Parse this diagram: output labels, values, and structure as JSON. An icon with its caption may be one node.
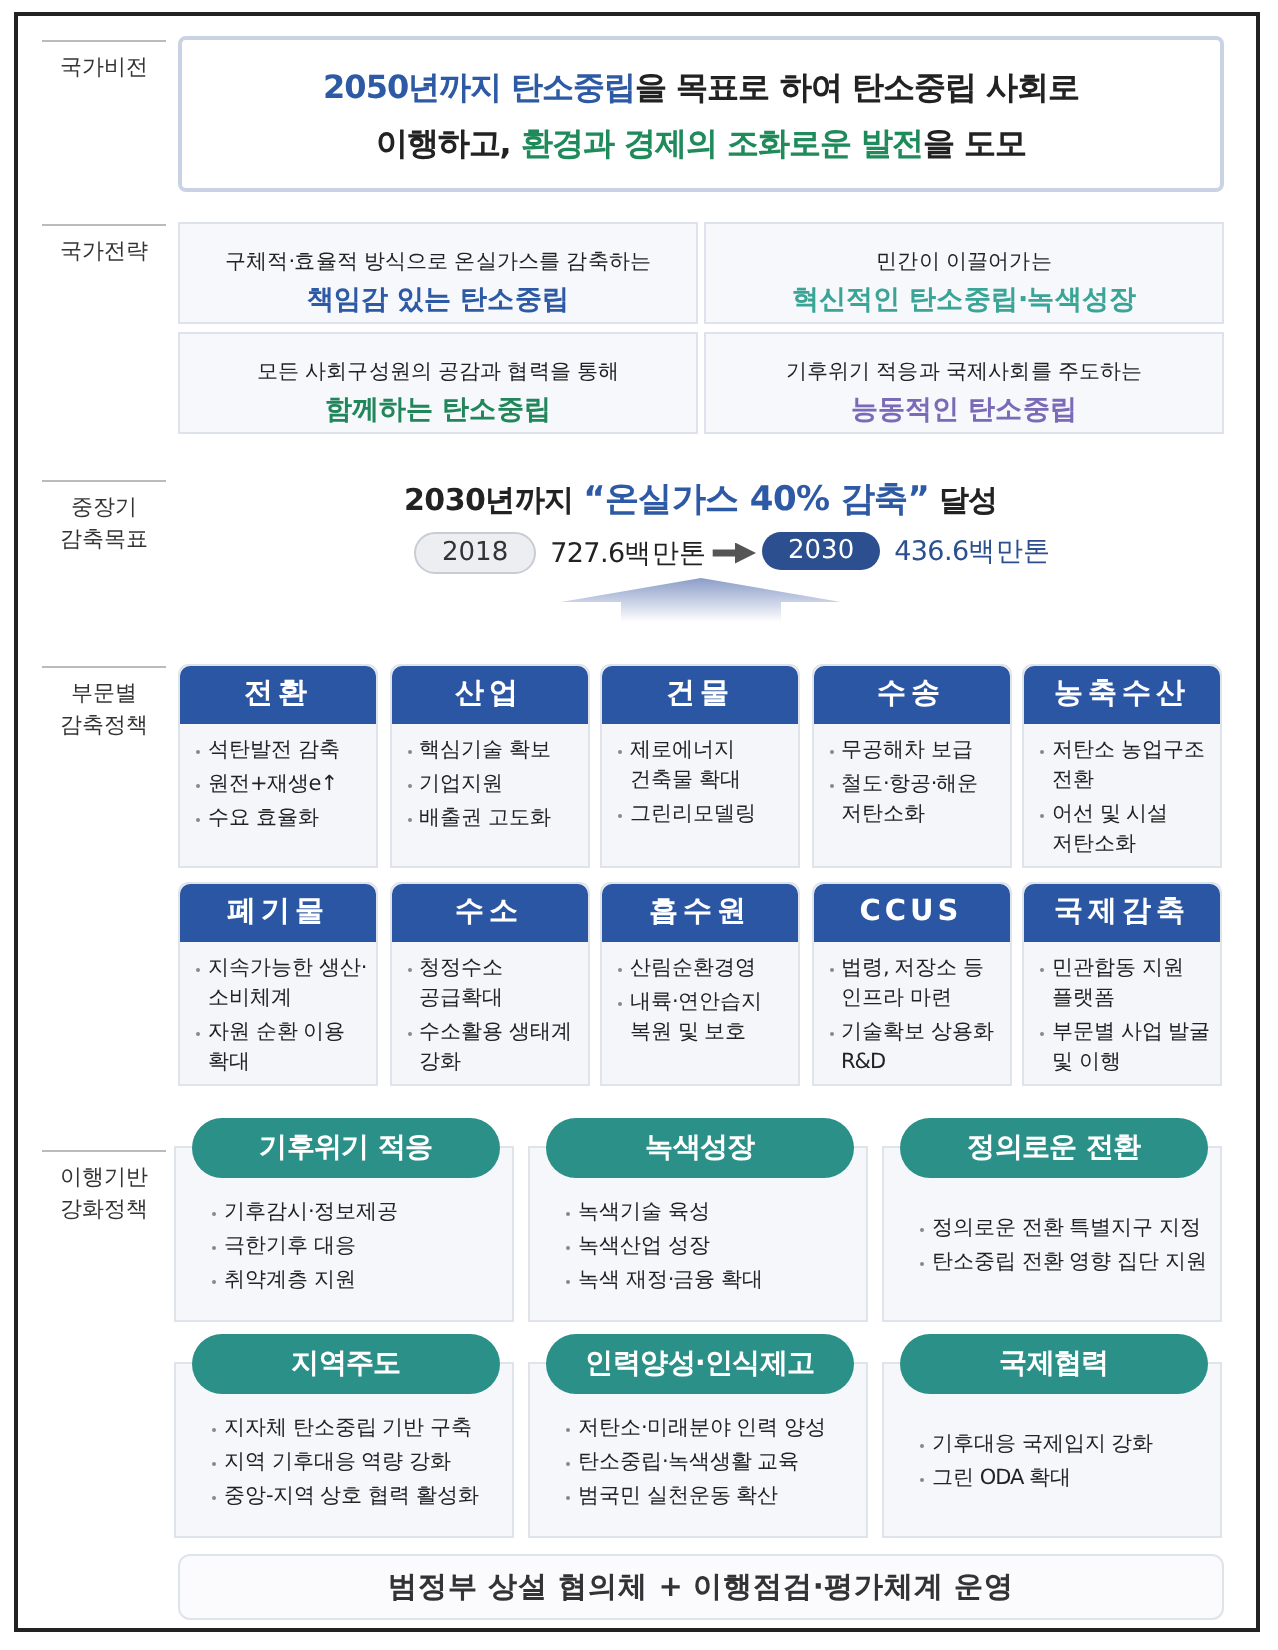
{
  "diagram": {
    "nodes": [
      {
        "text": [
          "**2050년까지 탄소중립**을 목표로 하여 탄소중립 사회로 이행하고, **환경과 경제의 조화로운 발전**을 도모"
        ]
      },
      {
        "text": [
          "구체적·효율적 방식으로 온실가스를 감축하는",
          "책임감 있는 탄소중립"
        ]
      },
      {
        "text": [
          "민간이 이끌어가는",
          "혁신적인 탄소중립·녹색성장"
        ]
      },
      {
        "text": [
          "모든 사회구성원의 공감과 협력을 통해",
          "함께하는 탄소중립"
        ]
      },
      {
        "text": [
          "기후위기 적응과 국제사회를 주도하는",
          "능동적인 탄소중립"
        ]
      },
      {
        "text": [
          "2030년까지 **“온실가스 40% 감축”** 달성"
        ]
      },
      {
        "text": [
          "2018"
        ],
        "beside": [
          "727.6백만톤"
        ],
        "in": 5
      },
      {
        "text": [
          "2030"
        ],
        "beside": [
          "436.6백만톤"
        ],
        "in": 5
      },
      {
        "text": [
          "전환",
          "석탄발전 감축",
          "원전+재생e↑",
          "수요 효율화"
        ]
      },
      {
        "text": [
          "산업",
          "핵심기술 확보",
          "기업지원",
          "배출권 고도화"
        ]
      },
      {
        "text": [
          "건물",
          "제로에너지 건축물 확대",
          "그린리모델링"
        ]
      },
      {
        "text": [
          "수송",
          "무공해차 보급",
          "철도·항공·해운 저탄소화"
        ]
      },
      {
        "text": [
          "농축수산",
          "저탄소 농업구조 전환",
          "어선 및 시설 저탄소화"
        ]
      },
      {
        "text": [
          "폐기물",
          "지속가능한 생산·소비체계",
          "자원 순환 이용 확대"
        ]
      },
      {
        "text": [
          "수소",
          "청정수소 공급확대",
          "수소활용 생태계 강화"
        ]
      },
      {
        "text": [
          "흡수원",
          "산림순환경영",
          "내륙·연안습지 복원 및 보호"
        ]
      },
      {
        "text": [
          "CCUS",
          "법령, 저장소 등 인프라 마련",
          "기술확보 상용화 R&D"
        ]
      },
      {
        "text": [
          "국제감축",
          "민관합동 지원 플랫폼",
          "부문별 사업 발굴 및 이행"
        ]
      },
      {
        "text": [
          "기후위기 적응",
          "기후감시·정보제공",
          "극한기후 대응",
          "취약계층 지원"
        ]
      },
      {
        "text": [
          "녹색성장",
          "녹색기술 육성",
          "녹색산업 성장",
          "녹색 재정·금융 확대"
        ]
      },
      {
        "text": [
          "정의로운 전환",
          "정의로운 전환 특별지구 지정",
          "탄소중립 전환 영향 집단 지원"
        ]
      },
      {
        "text": [
          "지역주도",
          "지자체 탄소중립 기반 구축",
          "지역 기후대응 역량 강화",
          "중앙-지역 상호 협력 활성화"
        ]
      },
      {
        "text": [
          "인력양성·인식제고",
          "저탄소·미래분야 인력 양성",
          "탄소중립·녹색생활 교육",
          "범국민 실천운동 확산"
        ]
      },
      {
        "text": [
          "국제협력",
          "기후대응 국제입지 강화",
          "그린 ODA 확대"
        ]
      },
      {
        "text": [
          "범정부 상설 협의체 + 이행점검·평가체계 운영"
        ]
      }
    ],
    "edges": [
      {
        "from": null,
        "to": 5,
        "arrow": "to"
      },
      {
        "from": 6,
        "to": 7,
        "arrow": "to"
      }
    ],
    "labels": [
      "국가비전",
      "국가전략",
      "중장기 감축목표",
      "부문별 감축정책",
      "이행기반 강화정책"
    ]
  }
}
